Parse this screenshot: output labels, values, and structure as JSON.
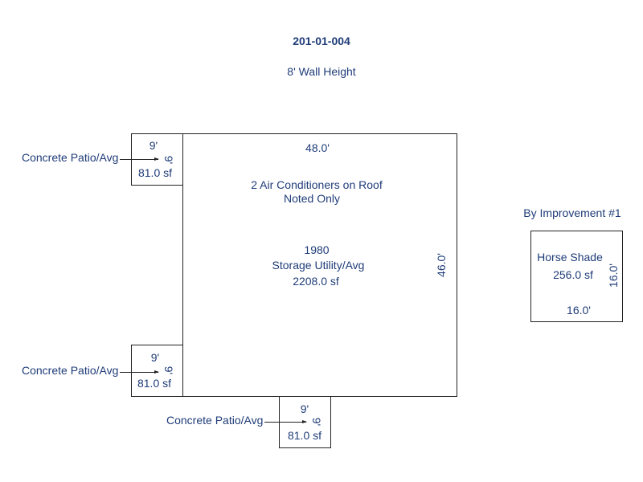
{
  "header": {
    "title": "201-01-004",
    "subtitle": "8' Wall Height"
  },
  "main_building": {
    "width_label": "48.0'",
    "depth_label": "46.0'",
    "note_line1": "2 Air Conditioners on Roof",
    "note_line2": "Noted Only",
    "year": "1980",
    "use": "Storage Utility/Avg",
    "area": "2208.0 sf"
  },
  "patios": [
    {
      "label": "Concrete Patio/Avg",
      "width": "9'",
      "depth": "9'",
      "area": "81.0 sf"
    },
    {
      "label": "Concrete Patio/Avg",
      "width": "9'",
      "depth": "9'",
      "area": "81.0 sf"
    },
    {
      "label": "Concrete Patio/Avg",
      "width": "9'",
      "depth": "9'",
      "area": "81.0 sf"
    }
  ],
  "improvement": {
    "heading": "By Improvement #1",
    "name": "Horse Shade",
    "area": "256.0 sf",
    "width": "16.0'",
    "depth": "16.0'"
  }
}
